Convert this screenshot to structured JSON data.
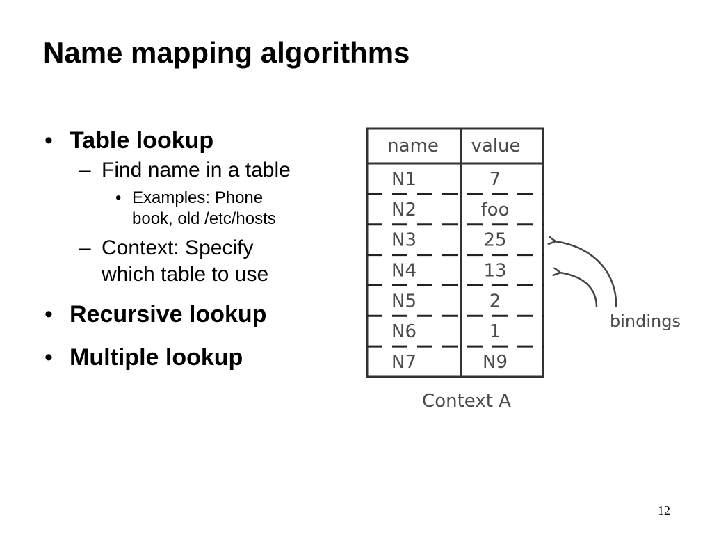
{
  "title": "Name mapping algorithms",
  "bullets": {
    "item1": "Table lookup",
    "item1_sub1": "Find name in a table",
    "item1_sub1_sub1_line1": "Examples: Phone",
    "item1_sub1_sub1_line2": "book, old /etc/hosts",
    "item1_sub2_line1": "Context: Specify",
    "item1_sub2_line2": "which table to use",
    "item2": "Recursive lookup",
    "item3": "Multiple lookup"
  },
  "symbols": {
    "bullet": "•",
    "dash": "–"
  },
  "figure": {
    "headers": {
      "name": "name",
      "value": "value"
    },
    "rows": [
      {
        "name": "N1",
        "value": "7"
      },
      {
        "name": "N2",
        "value": "foo"
      },
      {
        "name": "N3",
        "value": "25"
      },
      {
        "name": "N4",
        "value": "13"
      },
      {
        "name": "N5",
        "value": "2"
      },
      {
        "name": "N6",
        "value": "1"
      },
      {
        "name": "N7",
        "value": "N9"
      }
    ],
    "caption": "Context A",
    "bindings_label": "bindings"
  },
  "page_number": "12"
}
